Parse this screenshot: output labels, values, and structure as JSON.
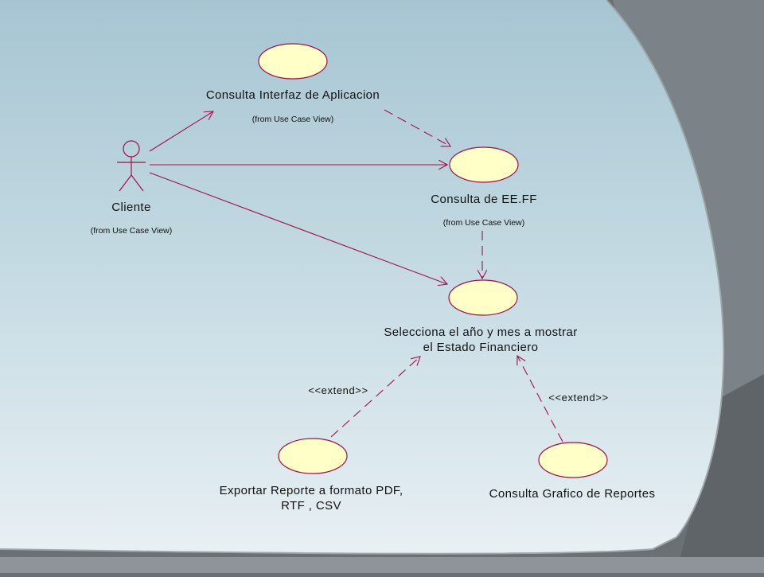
{
  "actor": {
    "name": "Cliente",
    "package": "(from Use Case View)"
  },
  "use_cases": {
    "interfaz": {
      "name": "Consulta Interfaz de Aplicacion",
      "package": "(from Use Case View)"
    },
    "eeff": {
      "name": "Consulta de EE.FF",
      "package": "(from Use Case View)"
    },
    "selecciona": {
      "line1": "Selecciona el año y mes a mostrar",
      "line2": "el Estado Financiero"
    },
    "exportar": {
      "line1": "Exportar Reporte a formato PDF,",
      "line2": "RTF , CSV"
    },
    "grafico": {
      "name": "Consulta Grafico de Reportes"
    }
  },
  "relations": {
    "extend_exportar": "<<extend>>",
    "extend_grafico": "<<extend>>"
  },
  "colors": {
    "line": "#a0104a",
    "usecase_fill": "#ffffc8",
    "background_top": "#a7c6d3",
    "background_bottom": "#e9f1f4",
    "frame_dark": "#6b7075",
    "frame_mid": "#8a9096"
  }
}
